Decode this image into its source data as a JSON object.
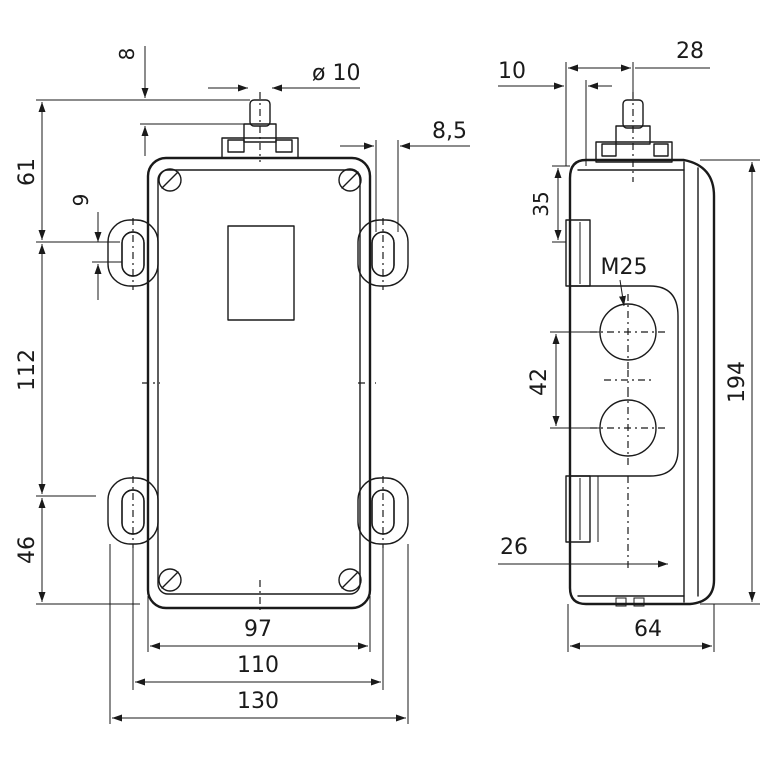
{
  "front_view": {
    "dims": {
      "height_top": "61",
      "plunger_height": "8",
      "plunger_diameter": "ø 10",
      "slot_offset": "8,5",
      "slot_width": "9",
      "hole_spacing": "112",
      "height_bottom": "46",
      "inner_width": "97",
      "hole_width": "110",
      "overall_width": "130"
    }
  },
  "side_view": {
    "dims": {
      "plunger_offset": "10",
      "plunger_position": "28",
      "top_offset": "35",
      "thread": "M25",
      "gland_spacing": "42",
      "overall_height": "194",
      "bottom_offset": "26",
      "depth": "64"
    }
  }
}
